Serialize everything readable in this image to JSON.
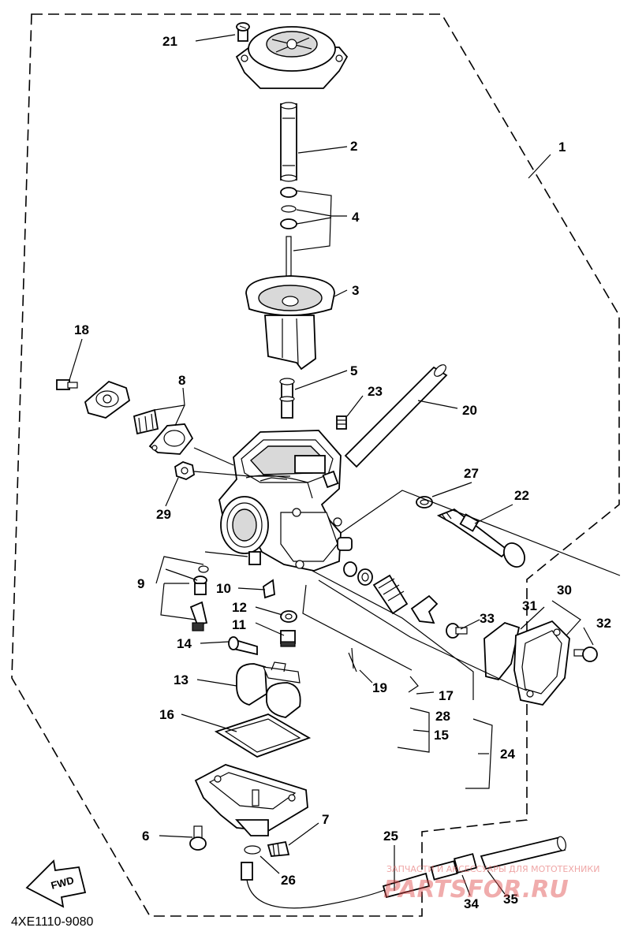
{
  "diagram": {
    "drawing_code": "4XE1110-9080",
    "fwd_label": "FWD",
    "callouts": {
      "c1": "1",
      "c2": "2",
      "c3": "3",
      "c4": "4",
      "c5": "5",
      "c6": "6",
      "c7": "7",
      "c8": "8",
      "c9": "9",
      "c10": "10",
      "c11": "11",
      "c12": "12",
      "c13": "13",
      "c14": "14",
      "c15": "15",
      "c16": "16",
      "c17": "17",
      "c18": "18",
      "c19": "19",
      "c20": "20",
      "c21": "21",
      "c22": "22",
      "c23": "23",
      "c24": "24",
      "c25": "25",
      "c26": "26",
      "c27": "27",
      "c28": "28",
      "c29": "29",
      "c30": "30",
      "c31": "31",
      "c32": "32",
      "c33": "33",
      "c34": "34",
      "c35": "35"
    }
  },
  "watermark": {
    "tagline": "ЗАПЧАСТИ И АКСЕССУАРЫ ДЛЯ МОТОТЕХНИКИ",
    "brand": "PARTSFOR.RU",
    "color": "#e04848"
  }
}
